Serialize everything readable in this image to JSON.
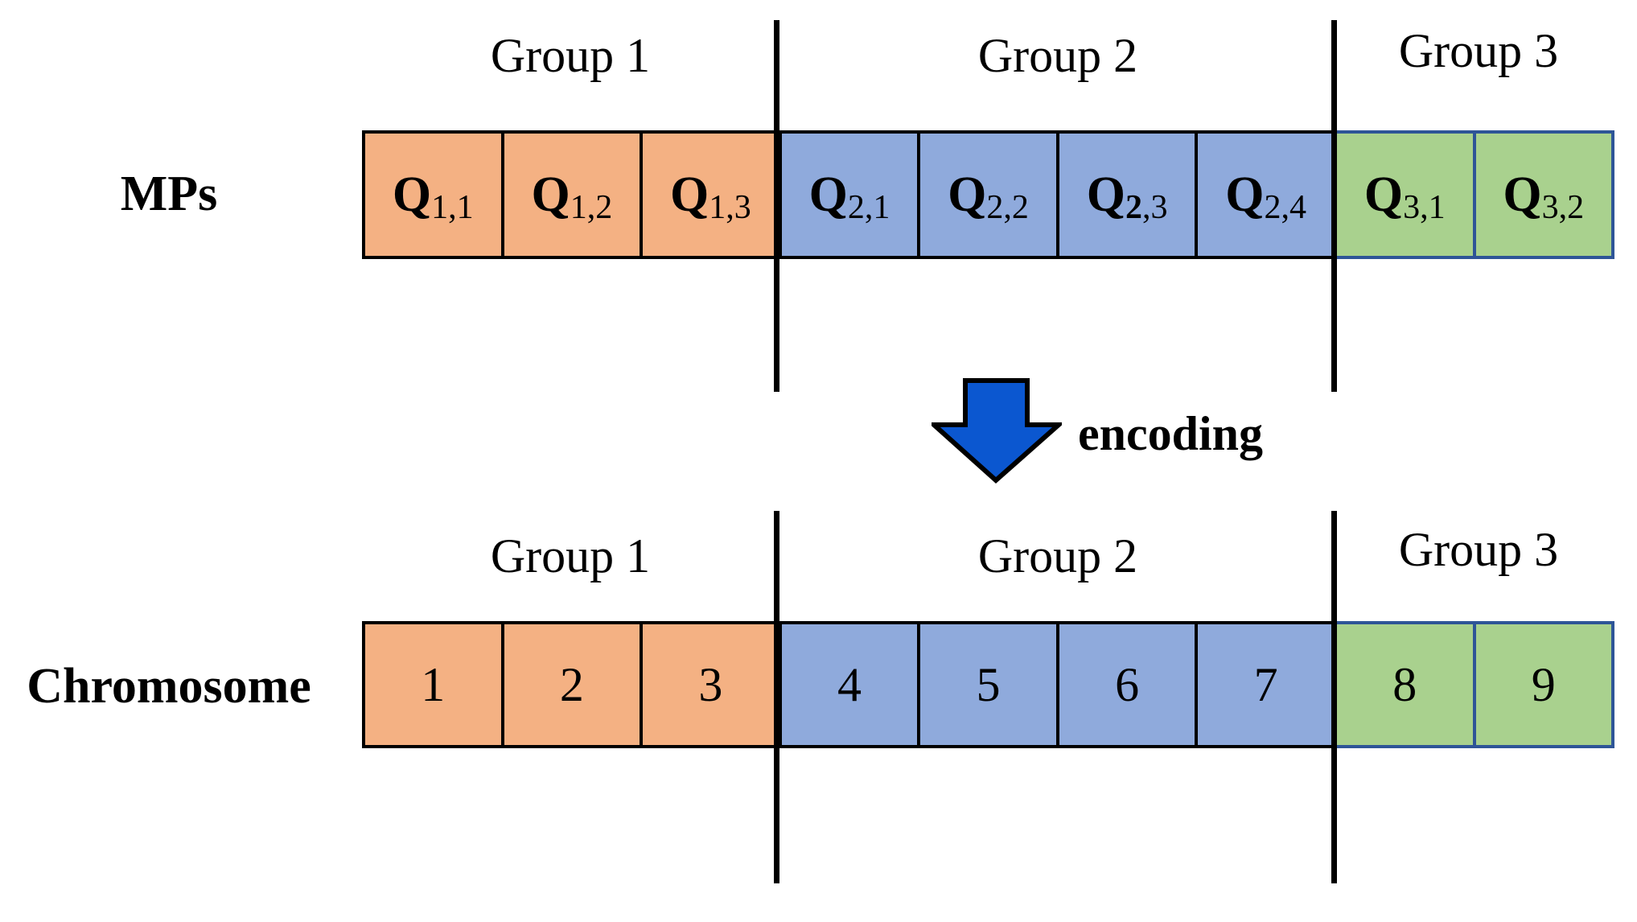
{
  "palette": {
    "group1_fill": "#F4B183",
    "group2_fill": "#8FAADC",
    "group3_fill": "#A9D18E",
    "group3_border": "#2E5597",
    "cell_border": "#000000",
    "arrow_fill": "#0B57D0",
    "arrow_outline": "#000000"
  },
  "top": {
    "row_label": "MPs",
    "groups": [
      {
        "label": "Group 1"
      },
      {
        "label": "Group 2"
      },
      {
        "label": "Group 3"
      }
    ],
    "cells": [
      {
        "base": "Q",
        "sub_bold": "",
        "sub": "1,1",
        "group": 1
      },
      {
        "base": "Q",
        "sub_bold": "",
        "sub": "1,2",
        "group": 1
      },
      {
        "base": "Q",
        "sub_bold": "",
        "sub": "1,3",
        "group": 1
      },
      {
        "base": "Q",
        "sub_bold": "",
        "sub": "2,1",
        "group": 2
      },
      {
        "base": "Q",
        "sub_bold": "",
        "sub": "2,2",
        "group": 2
      },
      {
        "base": "Q",
        "sub_bold": "2",
        "sub": ",3",
        "group": 2
      },
      {
        "base": "Q",
        "sub_bold": "",
        "sub": "2,4",
        "group": 2
      },
      {
        "base": "Q",
        "sub_bold": "",
        "sub": "3,1",
        "group": 3
      },
      {
        "base": "Q",
        "sub_bold": "",
        "sub": "3,2",
        "group": 3
      }
    ]
  },
  "arrow": {
    "label": "encoding",
    "direction": "down"
  },
  "bottom": {
    "row_label": "Chromosome",
    "groups": [
      {
        "label": "Group 1"
      },
      {
        "label": "Group 2"
      },
      {
        "label": "Group 3"
      }
    ],
    "cells": [
      {
        "value": "1",
        "group": 1
      },
      {
        "value": "2",
        "group": 1
      },
      {
        "value": "3",
        "group": 1
      },
      {
        "value": "4",
        "group": 2
      },
      {
        "value": "5",
        "group": 2
      },
      {
        "value": "6",
        "group": 2
      },
      {
        "value": "7",
        "group": 2
      },
      {
        "value": "8",
        "group": 3
      },
      {
        "value": "9",
        "group": 3
      }
    ]
  }
}
